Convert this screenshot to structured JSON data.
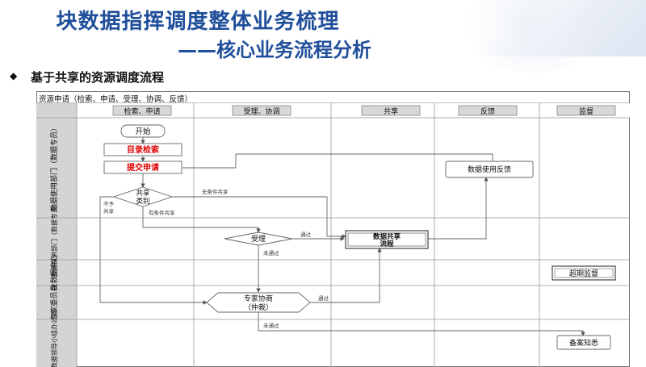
{
  "header": {
    "title_line1": "块数据指挥调度整体业务梳理",
    "title_line2": "——核心业务流程分析"
  },
  "section": {
    "bullet": "◆",
    "subtitle": "基于共享的资源调度流程"
  },
  "diagram": {
    "frame_title": "资源申请（检索、申请、受理、协调、反馈）",
    "columns": [
      "检索、申请",
      "受理、协调",
      "共享",
      "反馈",
      "监督"
    ],
    "lanes": [
      "数据使用部门（数据专员）",
      "数据提供部门（数据专员）",
      "块数据中心",
      "专家委员会",
      "大数据领导小组办公室"
    ],
    "nodes": {
      "start": "开始",
      "catalog_search": "目录检索",
      "submit_request": "提交申请",
      "share_type_1": "共享",
      "share_type_2": "类别",
      "accept": "受理",
      "data_share_1": "数据共享",
      "data_share_2": "流程",
      "feedback": "数据使用反馈",
      "overdue_supervision": "超期监督",
      "expert_1": "专家协商",
      "expert_2": "（仲裁）",
      "archive": "备案知悉"
    },
    "edge_labels": {
      "unconditional": "无条件共享",
      "conditional": "有条件共享",
      "not_shared_1": "不予",
      "not_shared_2": "共享",
      "passed_1": "通过",
      "not_passed_1": "未通过",
      "passed_2": "通过",
      "not_passed_2": "未通过"
    }
  }
}
